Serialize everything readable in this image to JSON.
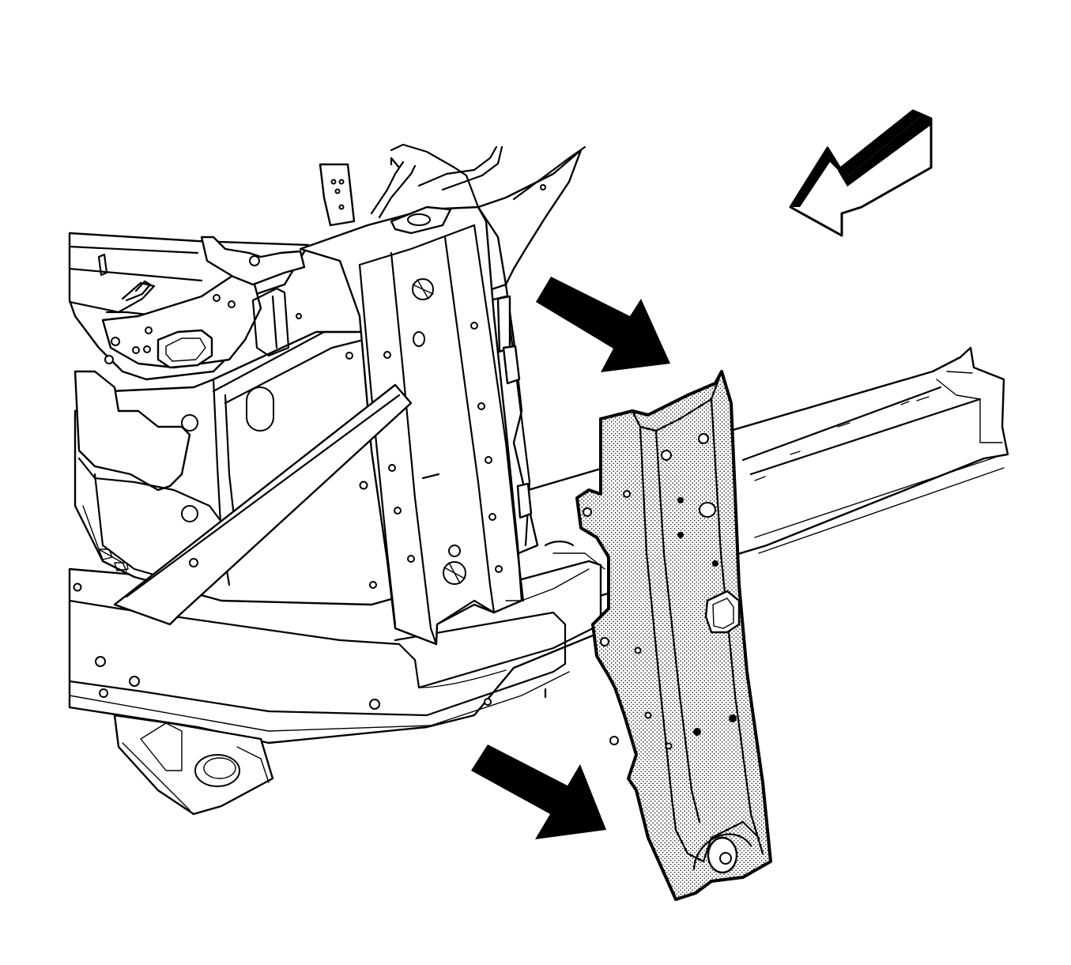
{
  "diagram": {
    "subject": "front-frame-rail-and-reinforcement-panel",
    "colors": {
      "line": "#000000",
      "background": "#ffffff",
      "arrow_fill": "#000000",
      "highlight_fill": "#d9d9d9"
    },
    "arrows": [
      {
        "name": "top-direction-arrow",
        "style": "solid"
      },
      {
        "name": "bottom-direction-arrow",
        "style": "solid"
      },
      {
        "name": "view-direction-arrow",
        "style": "outlined-3d"
      }
    ],
    "highlighted_part": "reinforcement-panel"
  }
}
